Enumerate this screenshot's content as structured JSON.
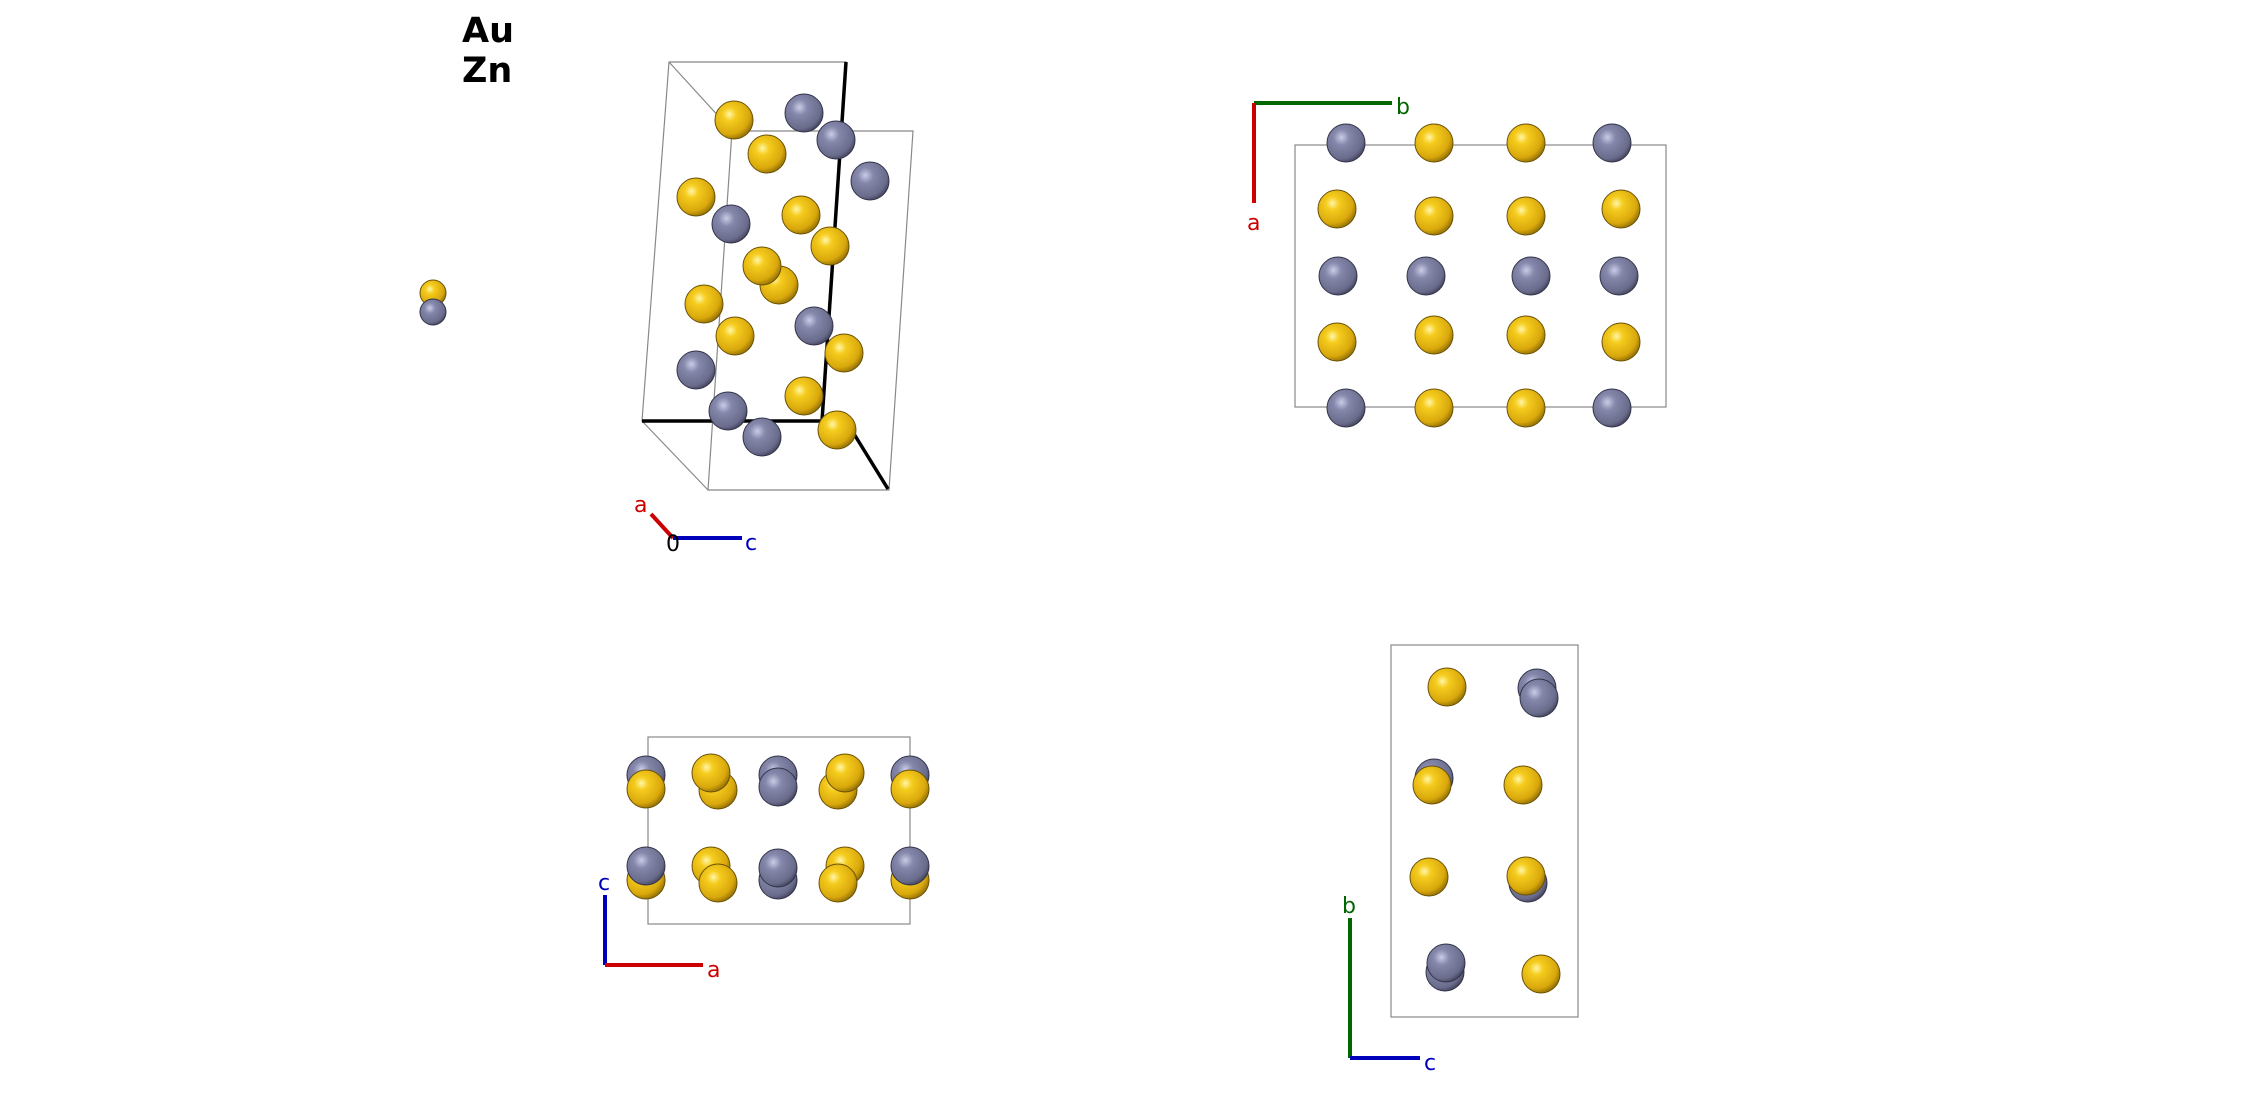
{
  "legend": {
    "elements": [
      {
        "symbol": "Au",
        "color": "#e8b80f"
      },
      {
        "symbol": "Zn",
        "color": "#7d7fa0"
      }
    ]
  },
  "axes_labels": {
    "a": "a",
    "b": "b",
    "c": "c",
    "origin": "0"
  },
  "colors": {
    "a_axis": "#cc0000",
    "b_axis": "#006600",
    "c_axis": "#0000bb",
    "au": "#e8b80f",
    "zn": "#7d7fa0",
    "cell_edge": "#777777"
  },
  "views": [
    {
      "name": "perspective-view",
      "axes_shown": [
        "a",
        "c"
      ]
    },
    {
      "name": "top-view-a-b",
      "axes_shown": [
        "b",
        "a"
      ]
    },
    {
      "name": "front-view-c-a",
      "axes_shown": [
        "c",
        "a"
      ]
    },
    {
      "name": "side-view-b-c",
      "axes_shown": [
        "b",
        "c"
      ]
    }
  ]
}
